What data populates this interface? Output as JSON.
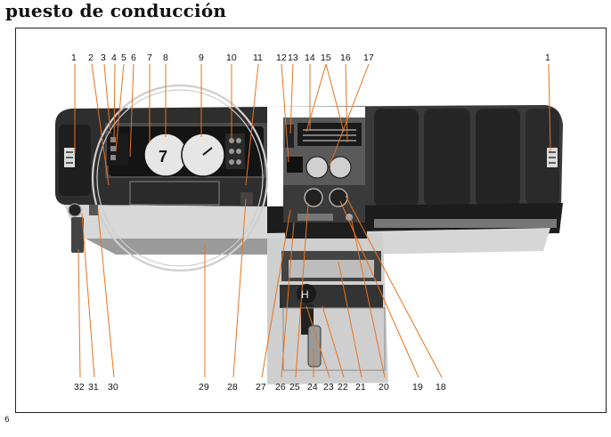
{
  "page": {
    "title": "puesto de conducción",
    "page_number": "6"
  },
  "figure": {
    "callouts_top": [
      "1",
      "2",
      "3",
      "4",
      "5",
      "6",
      "7",
      "8",
      "9",
      "10",
      "11",
      "12",
      "13",
      "14",
      "15",
      "16",
      "17",
      "1"
    ],
    "callouts_bottom": [
      "32",
      "31",
      "30",
      "29",
      "28",
      "27",
      "26",
      "25",
      "24",
      "23",
      "22",
      "21",
      "20",
      "19",
      "18"
    ],
    "leader_color": "#e8731e",
    "gauge_marks": {
      "speedo": "7"
    }
  }
}
